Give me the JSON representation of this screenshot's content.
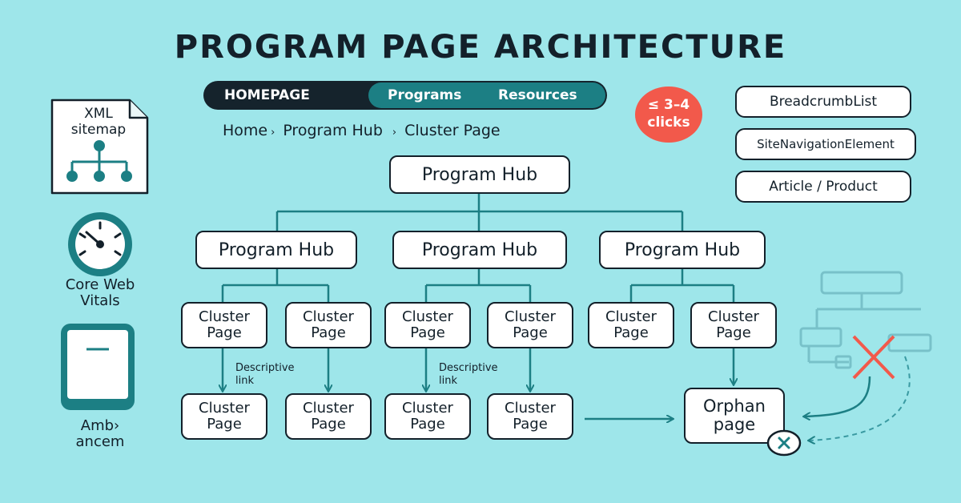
{
  "title": "PROGRAM PAGE ARCHITECTURE",
  "nav": {
    "home": "HOMEPAGE",
    "programs": "Programs",
    "resources": "Resources"
  },
  "breadcrumb": {
    "home": "Home",
    "sep1": "›",
    "hub": "Program Hub",
    "sep2": "›",
    "cluster": "Cluster Page"
  },
  "badge": {
    "line1": "≤ 3–4",
    "line2": "clicks"
  },
  "schema": [
    "BreadcrumbList",
    "SiteNavigationElement",
    "Article / Product"
  ],
  "sidebar": {
    "sitemap_label_1": "XML",
    "sitemap_label_2": "sitemap",
    "vitals_label_1": "Core Web",
    "vitals_label_2": "Vitals",
    "mobile_label_1": "Amb›",
    "mobile_label_2": "ancem"
  },
  "tree": {
    "root": "Program Hub",
    "hubs": [
      "Program Hub",
      "Program Hub",
      "Program Hub"
    ],
    "cluster_line1": "Cluster",
    "cluster_line2": "Page",
    "link_label_1": "Descriptive",
    "link_label_2": "link",
    "orphan_line1": "Orphan",
    "orphan_line2": "page"
  },
  "colors": {
    "background": "#9ee6ea",
    "teal": "#1c7f84",
    "dark": "#13202a",
    "red": "#f2594b"
  }
}
